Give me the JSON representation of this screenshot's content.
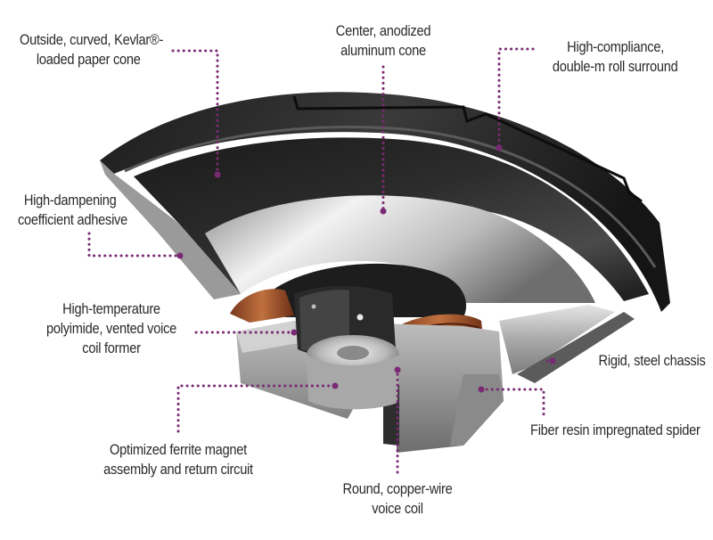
{
  "accent_color": "#7a2a74",
  "callouts": [
    {
      "id": "outer-cone",
      "lines": [
        "Outside, curved, Kevlar®-",
        "loaded paper cone"
      ]
    },
    {
      "id": "center-cone",
      "lines": [
        "Center, anodized",
        "aluminum cone"
      ]
    },
    {
      "id": "surround",
      "lines": [
        "High-compliance,",
        "double-m roll surround"
      ]
    },
    {
      "id": "adhesive",
      "lines": [
        "High-dampening",
        "coefficient adhesive"
      ]
    },
    {
      "id": "coil-former",
      "lines": [
        "High-temperature",
        "polyimide, vented voice",
        "coil former"
      ]
    },
    {
      "id": "chassis",
      "lines": [
        "Rigid, steel chassis"
      ]
    },
    {
      "id": "spider",
      "lines": [
        "Fiber resin impregnated spider"
      ]
    },
    {
      "id": "magnet",
      "lines": [
        "Optimized ferrite magnet",
        "assembly and return circuit"
      ]
    },
    {
      "id": "voice-coil",
      "lines": [
        "Round, copper-wire",
        "voice coil"
      ]
    }
  ]
}
